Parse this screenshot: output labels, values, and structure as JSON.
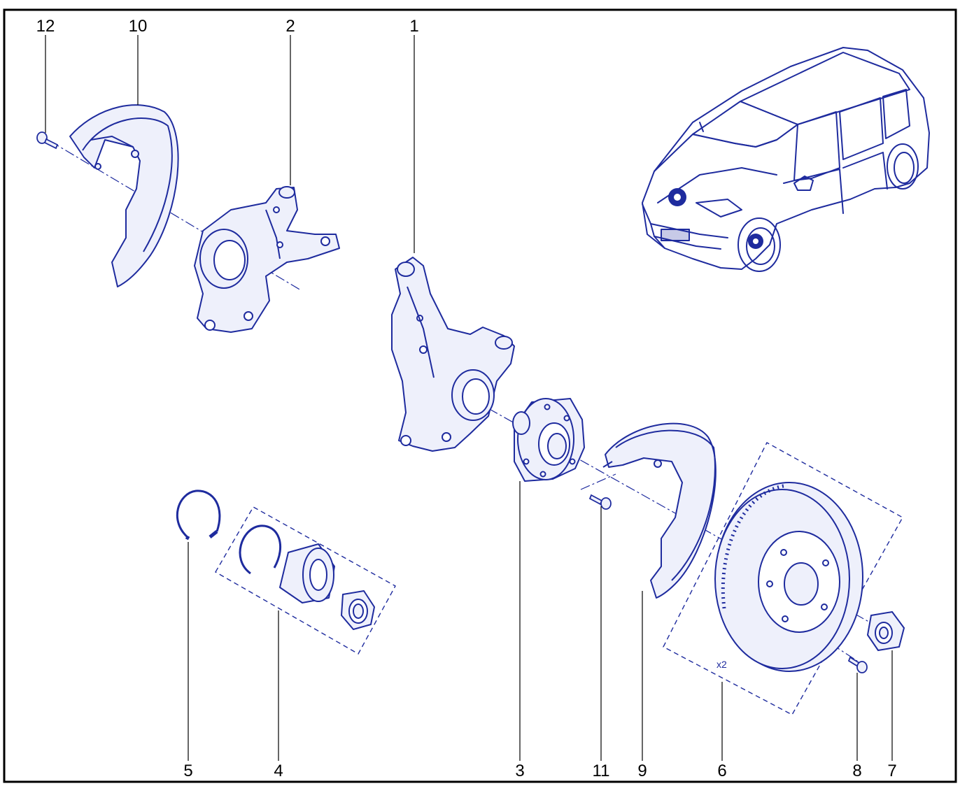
{
  "diagram": {
    "frame_color": "#000000",
    "line_color": "#1e2b9e",
    "fill_light": "#eef0fb",
    "fill_dark": "#1e2b9e",
    "labels": {
      "p1": "1",
      "p2": "2",
      "p3": "3",
      "p4": "4",
      "p5": "5",
      "p6": "6",
      "p7": "7",
      "p8": "8",
      "p9": "9",
      "p10": "10",
      "p11": "11",
      "p12": "12"
    },
    "qty_note": "x2"
  }
}
